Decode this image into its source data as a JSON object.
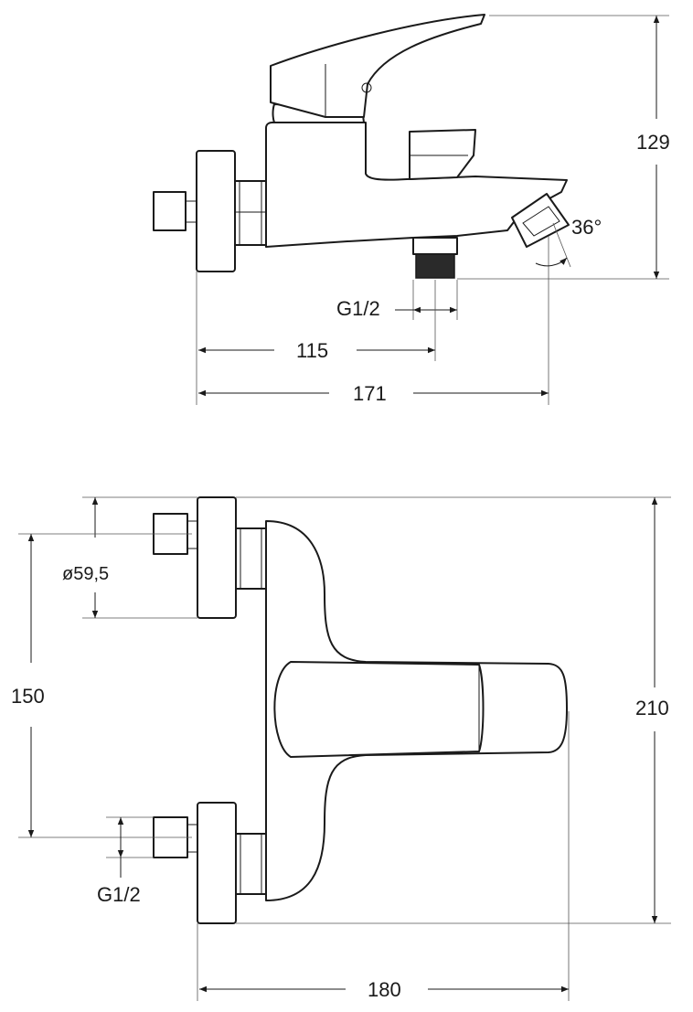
{
  "side_view": {
    "height": "129",
    "angle": "36°",
    "thread": "G1/2",
    "to_outlet": "115",
    "to_spout": "171"
  },
  "top_view": {
    "diameter": "ø59,5",
    "centers": "150",
    "height": "210",
    "thread": "G1/2",
    "width": "180"
  }
}
